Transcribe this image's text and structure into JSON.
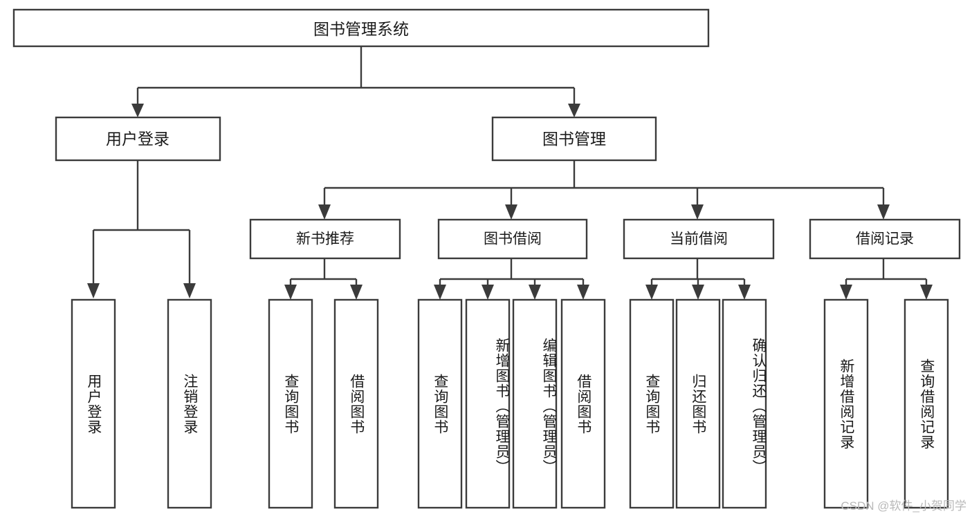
{
  "diagram": {
    "type": "tree-hierarchy-flowchart",
    "title": "图书管理系统",
    "watermark": "CSDN @软件_小贺同学",
    "colors": {
      "stroke": "#3b3b3b",
      "fill": "#ffffff",
      "text": "#1a1a1a",
      "watermark": "#b9b9b9",
      "background": "#ffffff"
    },
    "root": {
      "label": "图书管理系统",
      "id": "root"
    },
    "level2": [
      {
        "id": "user-login",
        "label": "用户登录"
      },
      {
        "id": "book-manage",
        "label": "图书管理"
      }
    ],
    "level3": [
      {
        "id": "new-book-recommend",
        "label": "新书推荐",
        "parent": "book-manage"
      },
      {
        "id": "book-borrow",
        "label": "图书借阅",
        "parent": "book-manage"
      },
      {
        "id": "current-borrow",
        "label": "当前借阅",
        "parent": "book-manage"
      },
      {
        "id": "borrow-record",
        "label": "借阅记录",
        "parent": "book-manage"
      }
    ],
    "leaves": [
      {
        "id": "leaf-user-login",
        "label": "用户登录",
        "parent": "user-login"
      },
      {
        "id": "leaf-logout",
        "label": "注销登录",
        "parent": "user-login"
      },
      {
        "id": "leaf-query-book-1",
        "label": "查询图书",
        "parent": "new-book-recommend"
      },
      {
        "id": "leaf-borrow-book-1",
        "label": "借阅图书",
        "parent": "new-book-recommend"
      },
      {
        "id": "leaf-query-book-2",
        "label": "查询图书",
        "parent": "book-borrow"
      },
      {
        "id": "leaf-add-book",
        "label": "新增图书（管理员）",
        "parent": "book-borrow"
      },
      {
        "id": "leaf-edit-book",
        "label": "编辑图书（管理员）",
        "parent": "book-borrow"
      },
      {
        "id": "leaf-borrow-book-2",
        "label": "借阅图书",
        "parent": "book-borrow"
      },
      {
        "id": "leaf-query-book-3",
        "label": "查询图书",
        "parent": "current-borrow"
      },
      {
        "id": "leaf-return-book",
        "label": "归还图书",
        "parent": "current-borrow"
      },
      {
        "id": "leaf-confirm-return",
        "label": "确认归还（管理员）",
        "parent": "current-borrow"
      },
      {
        "id": "leaf-add-record",
        "label": "新增借阅记录",
        "parent": "borrow-record"
      },
      {
        "id": "leaf-query-record",
        "label": "查询借阅记录",
        "parent": "borrow-record"
      }
    ]
  }
}
